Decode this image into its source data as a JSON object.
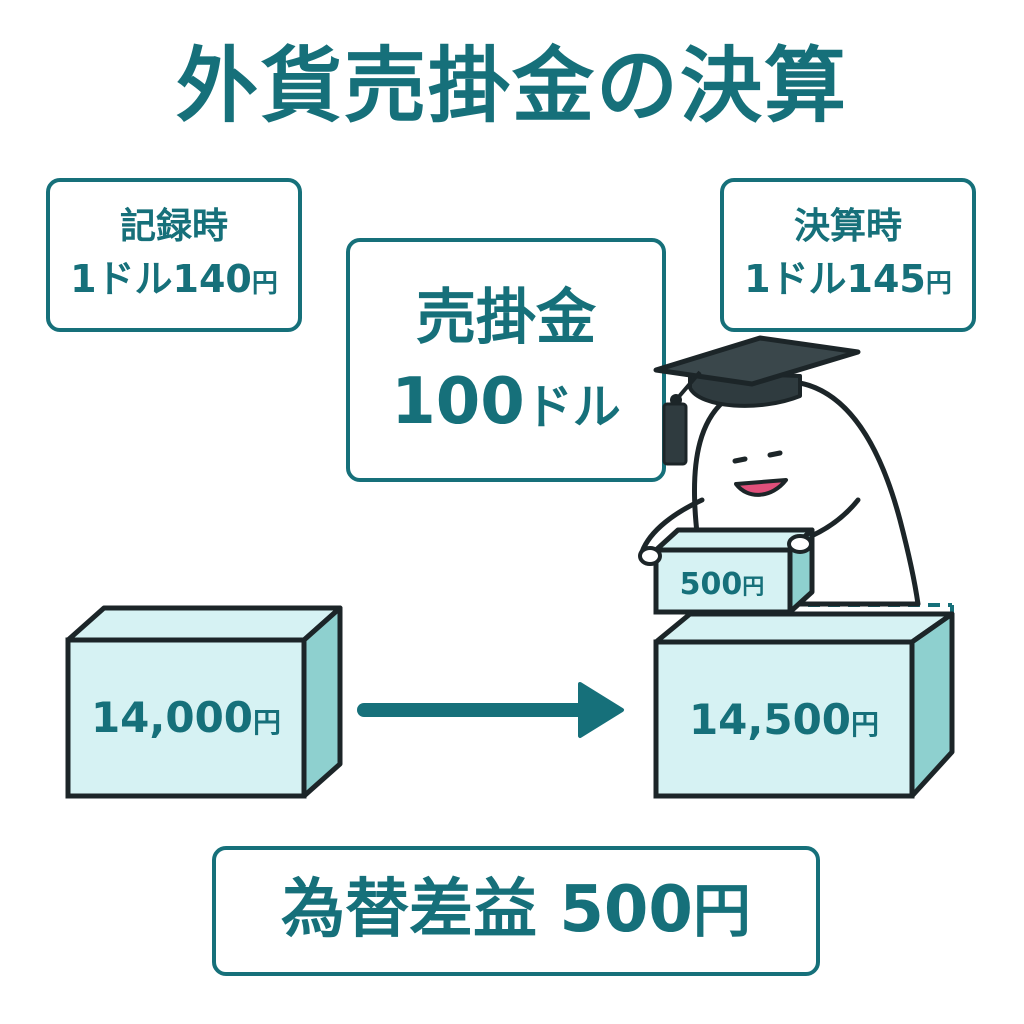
{
  "title": "外貨売掛金の決算",
  "record": {
    "label": "記録時",
    "rate_main": "1ドル140",
    "rate_unit": "円"
  },
  "settlement": {
    "label": "決算時",
    "rate_main": "1ドル145",
    "rate_unit": "円"
  },
  "receivable": {
    "label": "売掛金",
    "amount_num": "100",
    "amount_unit": "ドル"
  },
  "before_block": {
    "amount": "14,000",
    "unit": "円"
  },
  "after_block": {
    "amount": "14,500",
    "unit": "円"
  },
  "extra_block": {
    "amount": "500",
    "unit": "円"
  },
  "gain": {
    "label": "為替差益",
    "amount": "500",
    "unit": "円"
  },
  "colors": {
    "teal": "#16707a",
    "block_front": "#d6f2f3",
    "block_side": "#8ed0cf",
    "cap": "#2f3b3f",
    "mouth": "#e04f7a"
  }
}
